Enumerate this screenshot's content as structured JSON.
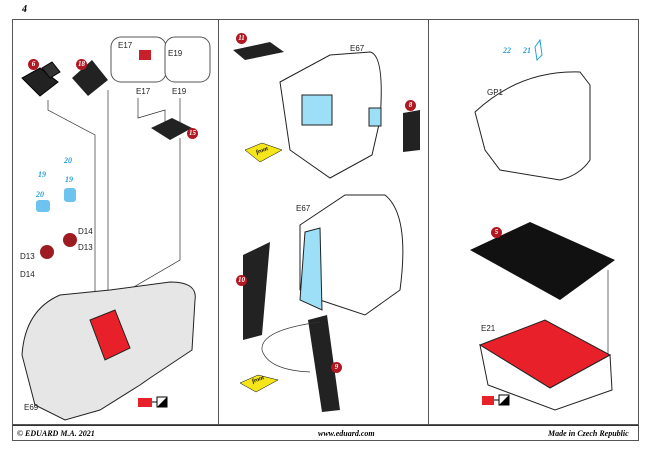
{
  "page_number": "4",
  "footer": {
    "copyright": "© EDUARD  M.A. 2021",
    "website": "www.eduard.com",
    "origin": "Made in Czech Republic"
  },
  "panel1": {
    "parts": [
      "6",
      "18",
      "15"
    ],
    "callouts": [
      "E17",
      "E19"
    ],
    "labels": [
      "E17",
      "E19",
      "D13",
      "D14",
      "D14",
      "D13",
      "E69"
    ],
    "blue_parts": [
      "19",
      "20",
      "20",
      "19"
    ]
  },
  "panel2": {
    "parts": [
      "11",
      "8",
      "10",
      "9"
    ],
    "labels": [
      "E67",
      "E67"
    ],
    "arrow_text": [
      "front",
      "front"
    ]
  },
  "panel3": {
    "parts": [
      "5"
    ],
    "blue_parts": [
      "22",
      "21"
    ],
    "labels": [
      "GP1",
      "E21"
    ]
  },
  "colors": {
    "photoetch_red": "#b01822",
    "paint_red": "#e8202a",
    "blue": "#29a0d8",
    "arrow_yellow": "#f5e61c"
  }
}
